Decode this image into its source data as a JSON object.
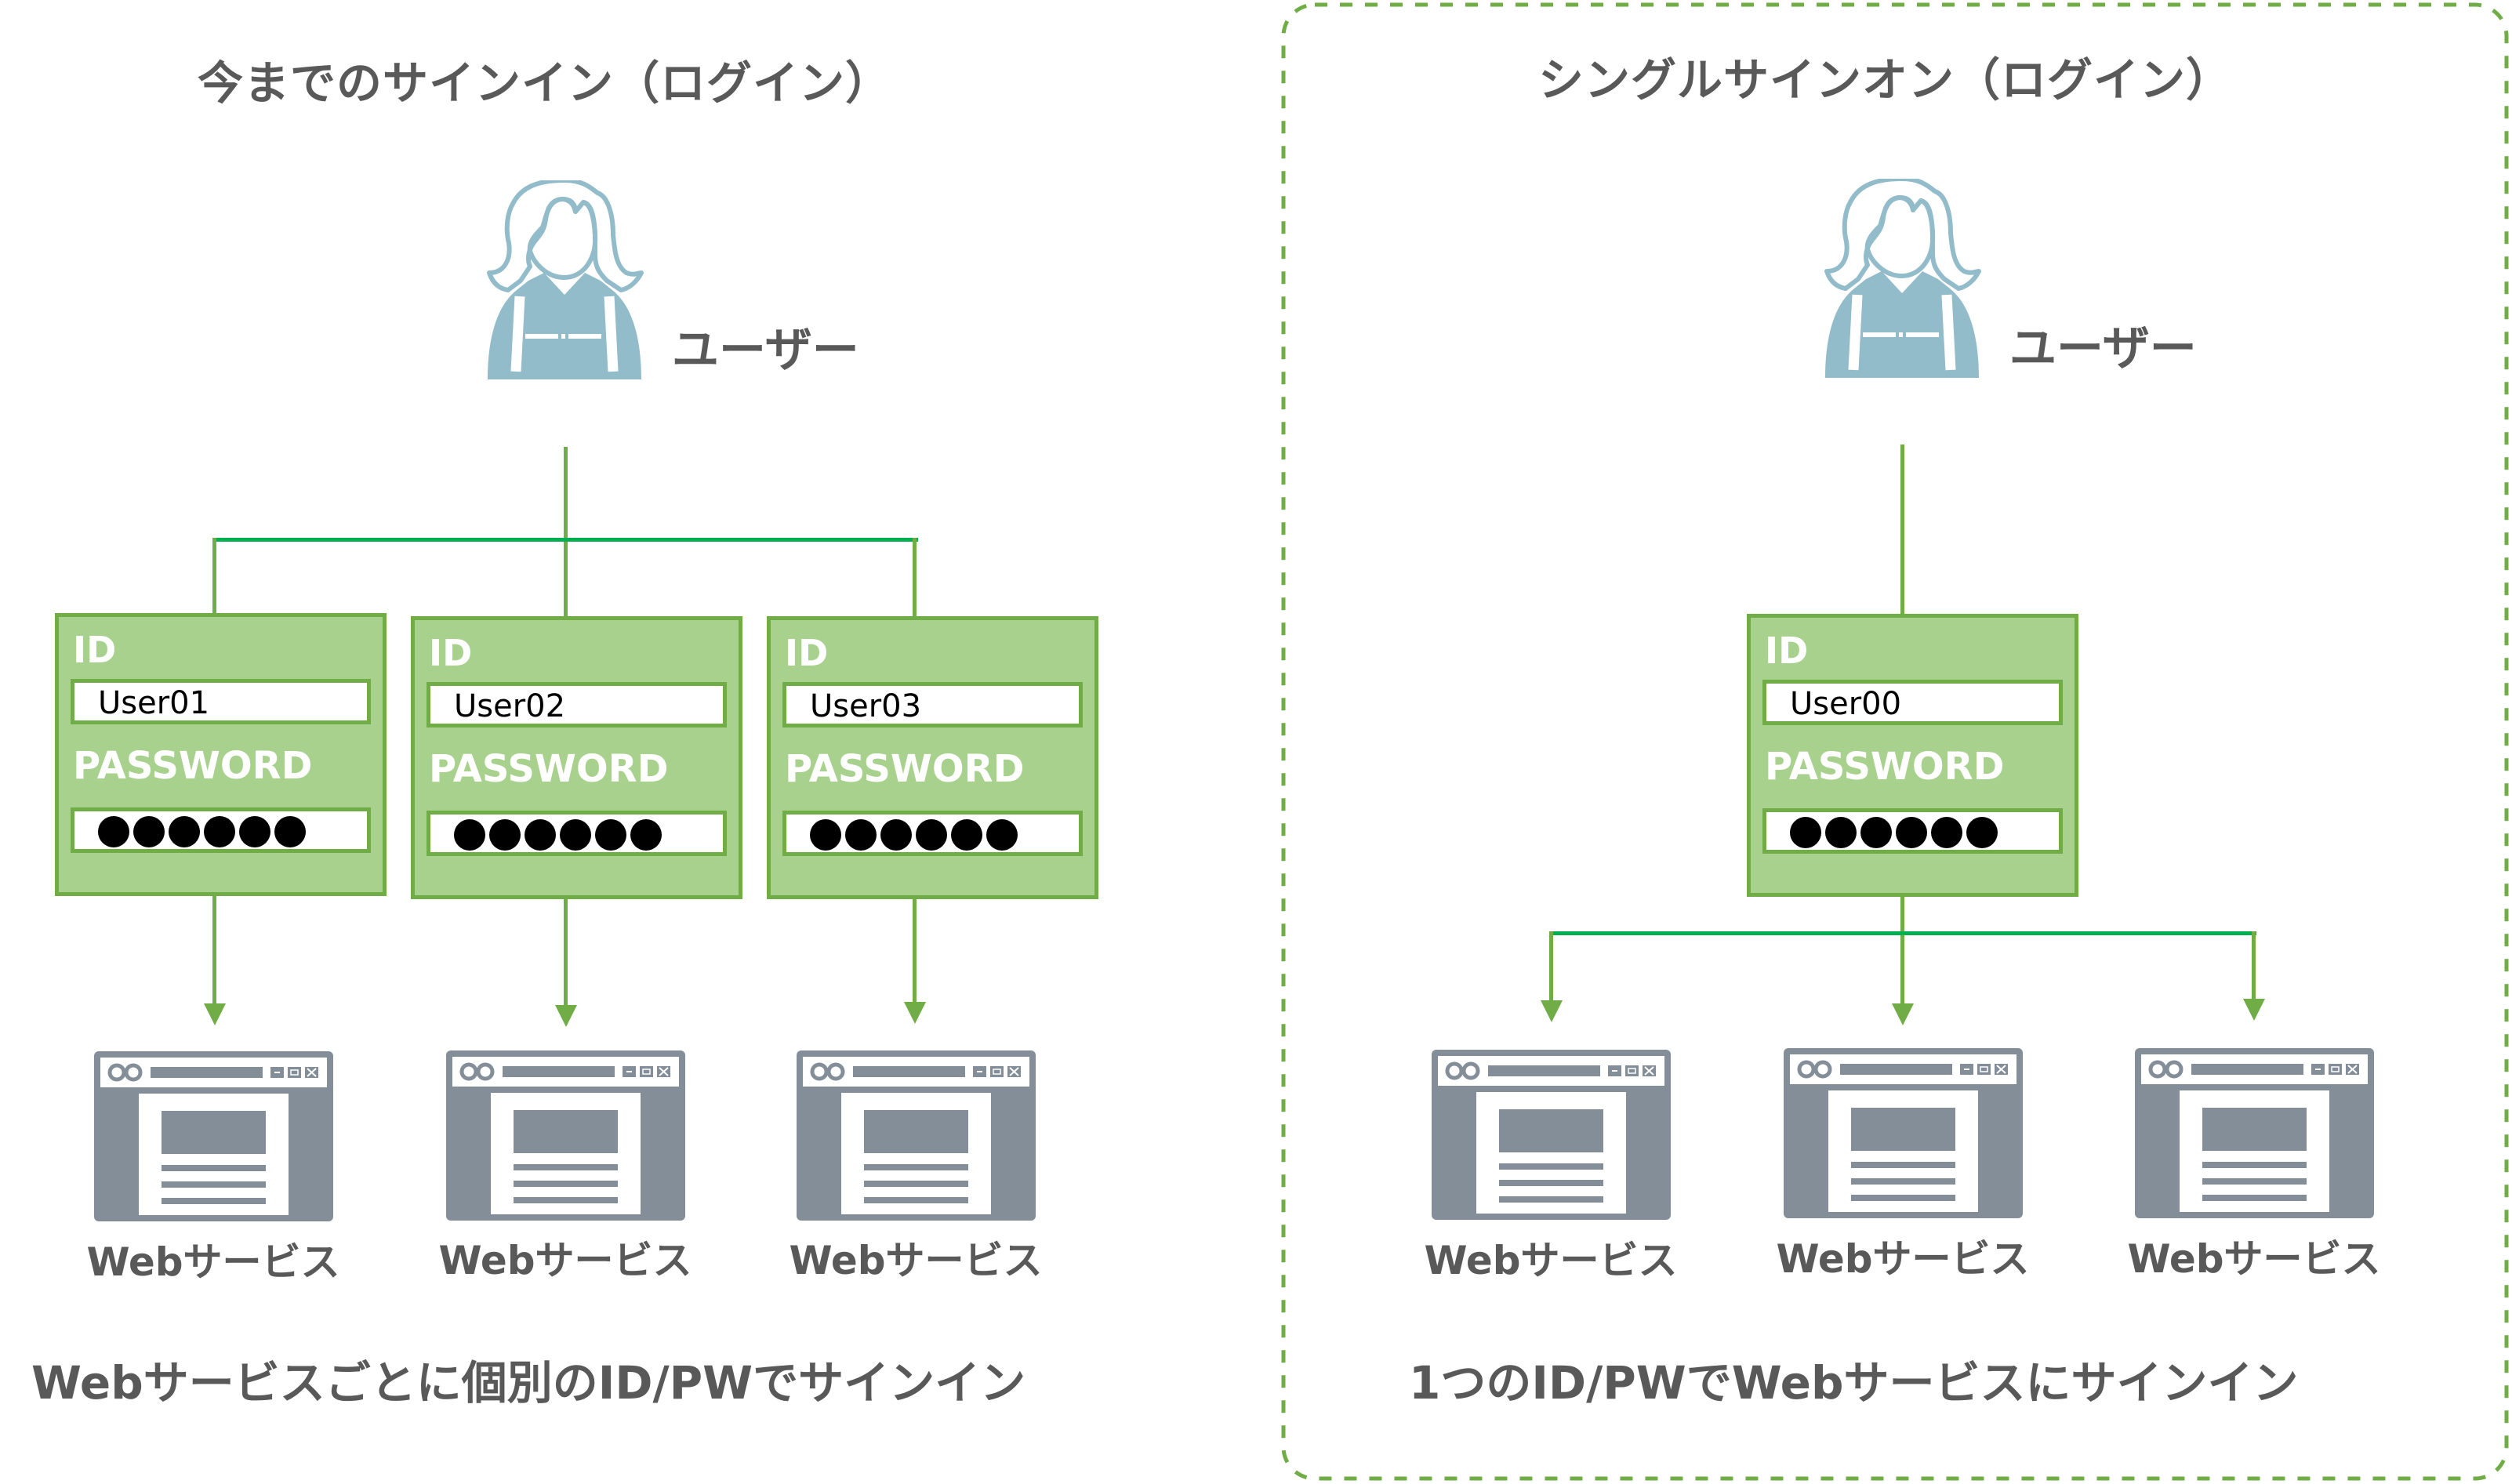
{
  "left_panel": {
    "title": "今までのサインイン（ログイン）",
    "user_label": "ユーザー",
    "credentials": [
      {
        "id_label": "ID",
        "id_value": "User01",
        "password_label": "PASSWORD",
        "password_mask_count": 6
      },
      {
        "id_label": "ID",
        "id_value": "User02",
        "password_label": "PASSWORD",
        "password_mask_count": 6
      },
      {
        "id_label": "ID",
        "id_value": "User03",
        "password_label": "PASSWORD",
        "password_mask_count": 6
      }
    ],
    "services": [
      {
        "label": "Webサービス"
      },
      {
        "label": "Webサービス"
      },
      {
        "label": "Webサービス"
      }
    ],
    "caption": "Webサービスごとに個別のID/PWでサインイン"
  },
  "right_panel": {
    "title": "シングルサインオン（ログイン）",
    "user_label": "ユーザー",
    "credential": {
      "id_label": "ID",
      "id_value": "User00",
      "password_label": "PASSWORD",
      "password_mask_count": 6
    },
    "services": [
      {
        "label": "Webサービス"
      },
      {
        "label": "Webサービス"
      },
      {
        "label": "Webサービス"
      }
    ],
    "caption": "1つのID/PWでWebサービスにサインイン"
  },
  "colors": {
    "text": "#595959",
    "box_fill": "#a9d18e",
    "box_border": "#70ad47",
    "connector_vertical": "#70ad47",
    "connector_horizontal": "#00b050",
    "person_icon": "#93bccb",
    "browser_icon": "#848e99",
    "frame_dash": "#70ad47"
  }
}
